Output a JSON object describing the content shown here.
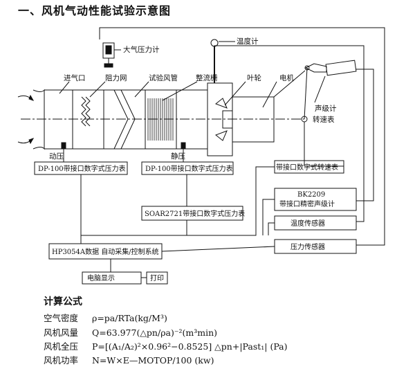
{
  "heading": "一、风机气动性能试验示意图",
  "labels": {
    "atm": "大气压力计",
    "temp_gauge": "温度计",
    "inlet": "进气口",
    "damper": "阻力网",
    "duct": "试验风管",
    "straightener": "整流栅",
    "impeller": "叶轮",
    "motor": "电机",
    "sound_meter": "声级计",
    "tach": "转速表",
    "dynamic": "动压",
    "static": "静压"
  },
  "boxes": {
    "dp1": "DP-100带接口数字式压力表",
    "dp2": "DP-100带接口数字式压力表",
    "soar": "SOAR2721带接口数字式压力表",
    "tach_meter": "带接口数字式转速表",
    "bk_line1": "BK2209",
    "bk_line2": "带接口精密声级计",
    "temp_sensor": "温度传感器",
    "press_sensor": "压力传感器",
    "daq": "HP3054A数据  自动采集/控制系统",
    "pc": "电脑显示",
    "printer": "打印"
  },
  "calc": {
    "title": "计算公式",
    "rows": [
      {
        "name": "空气密度",
        "formula": "ρ=pa/RTa(kg/M³)"
      },
      {
        "name": "风机风量",
        "formula": "Q=63.977(△pn/ρa)⁻²(m³min)"
      },
      {
        "name": "风机全压",
        "formula": "P=[(A₁/A₂)²×0.96²−0.8525] △pn+|Past₁| (Pa)"
      },
      {
        "name": "风机功率",
        "formula": "N=W×E—MOTOP/100  (kw)"
      }
    ]
  }
}
